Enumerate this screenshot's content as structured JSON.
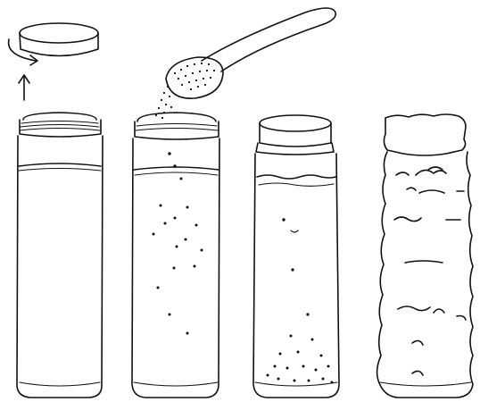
{
  "illustration": {
    "ink_color": "#111111",
    "background_color": "#ffffff",
    "panels": [
      {
        "name": "jar-with-water-lid-removed",
        "icons": [
          "lid",
          "rotation-arrow",
          "up-arrow"
        ]
      },
      {
        "name": "jar-with-seeds-added",
        "icons": [
          "spoon",
          "falling-seeds"
        ]
      },
      {
        "name": "jar-closed-seeds-settled",
        "icons": [
          "lid",
          "sediment"
        ]
      },
      {
        "name": "jar-wrinkled-surface",
        "icons": [
          "wavy-outline"
        ]
      }
    ]
  }
}
